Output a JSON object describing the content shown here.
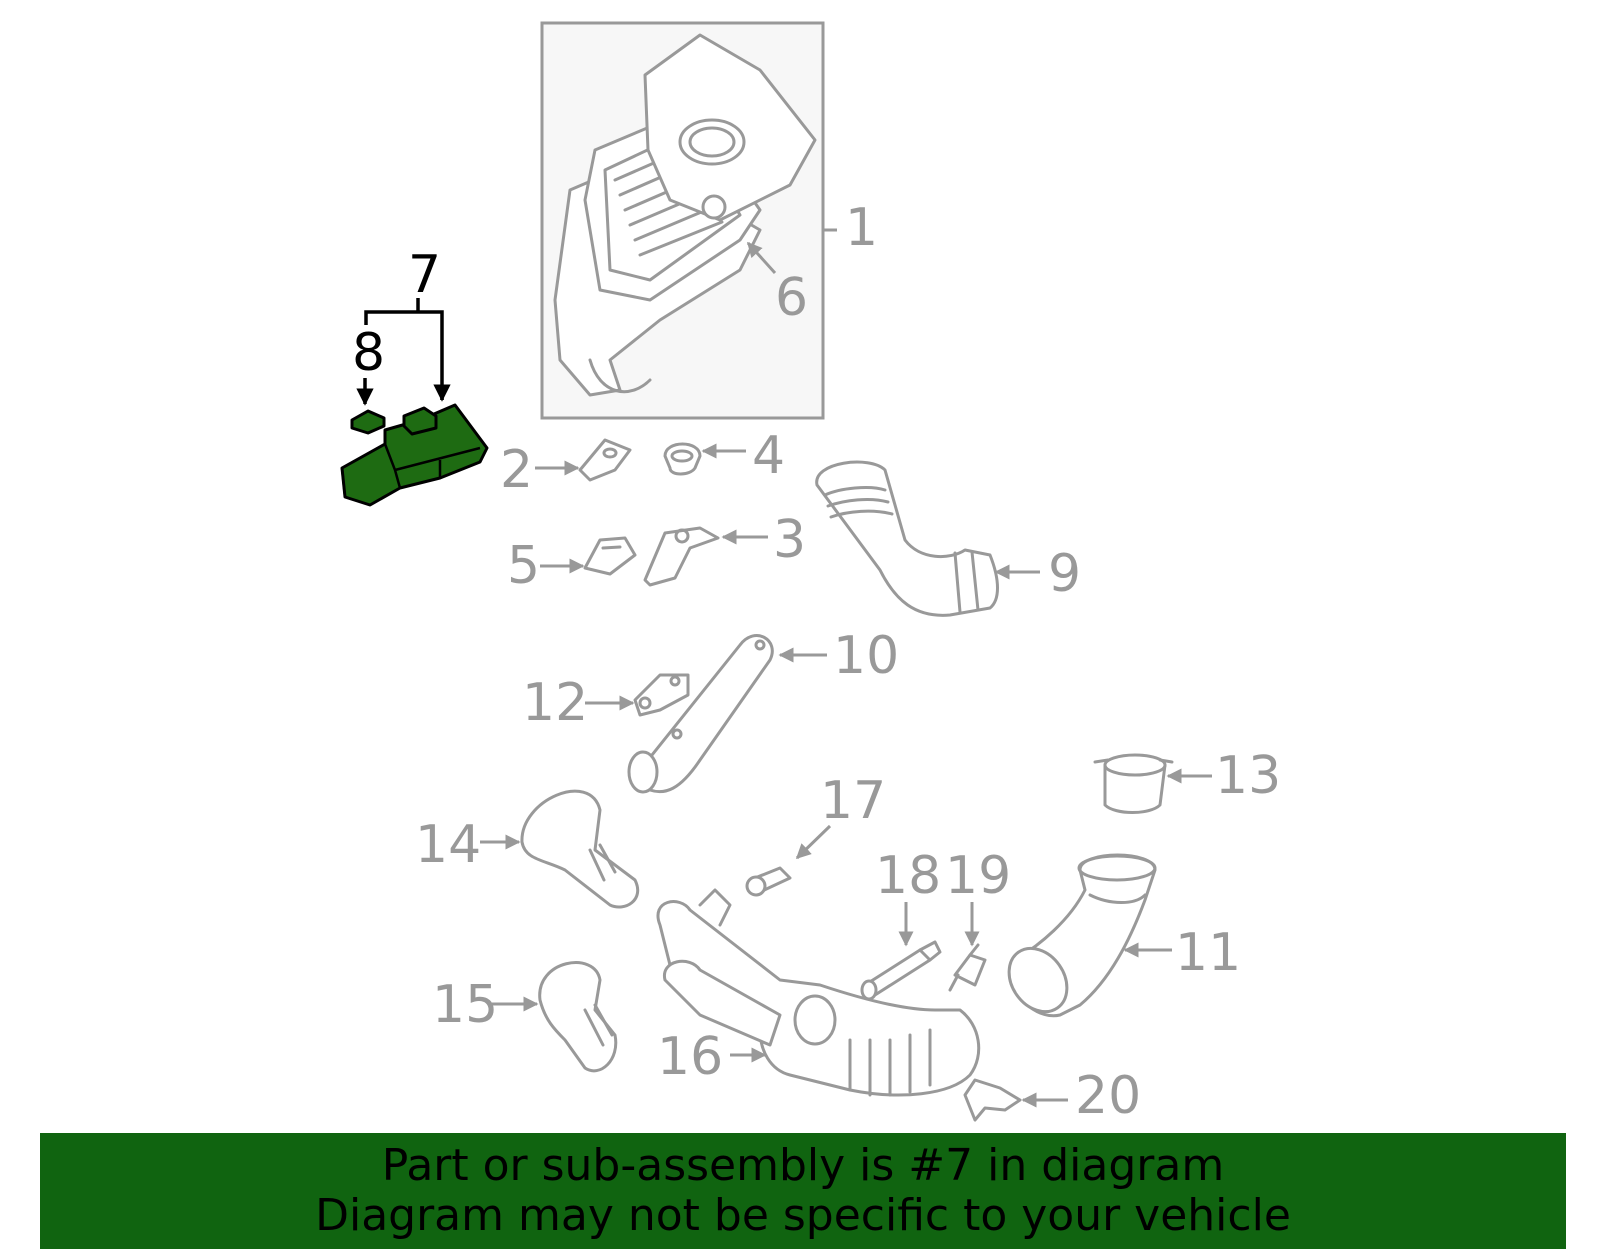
{
  "banner": {
    "line1": "Part or sub-assembly is #7 in diagram",
    "line2": "Diagram may not be specific to your vehicle",
    "background_color": "#106410"
  },
  "highlight_color": "#1e6b12",
  "callouts": {
    "c1": "1",
    "c2": "2",
    "c3": "3",
    "c4": "4",
    "c5": "5",
    "c6": "6",
    "c7": "7",
    "c8": "8",
    "c9": "9",
    "c10": "10",
    "c11": "11",
    "c12": "12",
    "c13": "13",
    "c14": "14",
    "c15": "15",
    "c16": "16",
    "c17": "17",
    "c18": "18",
    "c19": "19",
    "c20": "20"
  }
}
